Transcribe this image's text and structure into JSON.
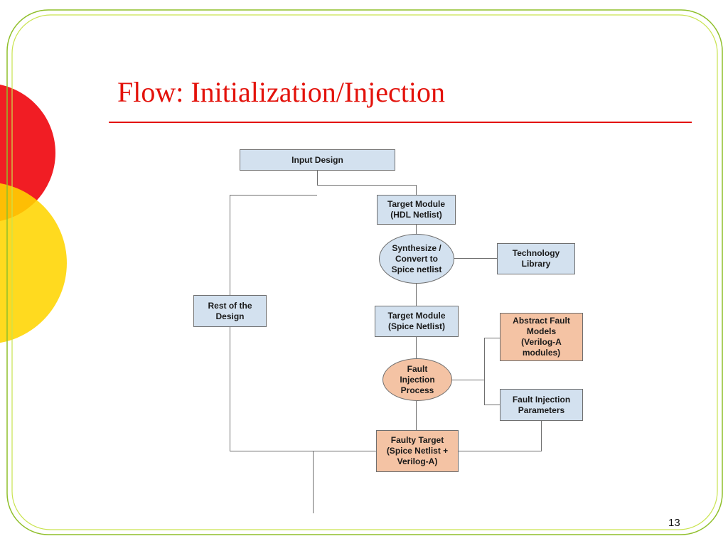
{
  "slide": {
    "title": "Flow: Initialization/Injection",
    "page_number": "13"
  },
  "diagram": {
    "nodes": {
      "input_design": "Input Design",
      "target_module_hdl": "Target Module\n(HDL Netlist)",
      "synthesize": "Synthesize /\nConvert to\nSpice netlist",
      "technology_library": "Technology\nLibrary",
      "rest_of_design": "Rest of the\nDesign",
      "target_module_spice": "Target Module\n(Spice Netlist)",
      "abstract_fault_models": "Abstract Fault\nModels\n(Verilog-A\nmodules)",
      "fault_injection_process": "Fault\nInjection\nProcess",
      "fault_injection_parameters": "Fault Injection\nParameters",
      "faulty_target": "Faulty Target\n(Spice Netlist +\nVerilog-A)"
    }
  },
  "theme": {
    "accent_red": "#e3120b",
    "node_blue": "#d3e1ef",
    "node_orange": "#f4c3a4",
    "border_green": "#8fbf2a"
  }
}
